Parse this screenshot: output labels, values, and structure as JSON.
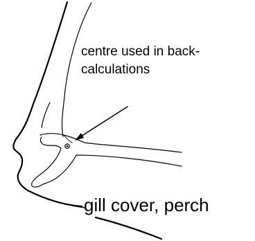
{
  "annotation": {
    "line1": "centre used in back-",
    "line2": "calculations"
  },
  "caption": "gill cover, perch",
  "colors": {
    "ink": "#000000",
    "background": "#ffffff"
  }
}
